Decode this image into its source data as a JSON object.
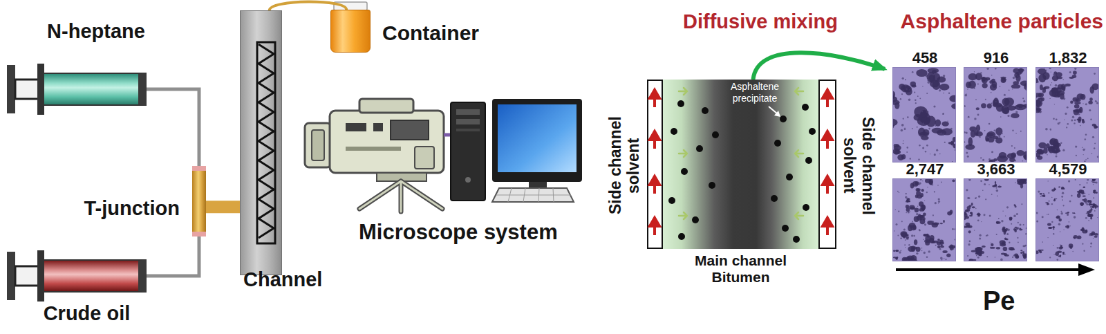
{
  "diagram": {
    "nodes": [
      {
        "text": [
          "N-heptane"
        ]
      },
      {
        "text": [
          "Crude oil"
        ]
      },
      {
        "text": [
          "T-junction"
        ]
      },
      {
        "text": [
          "Channel"
        ]
      },
      {
        "text": [
          "Container"
        ]
      },
      {
        "text": [
          "Microscope system"
        ]
      },
      {
        "text": [
          "Diffusive mixing"
        ]
      },
      {
        "text": [
          "Side channel solvent"
        ],
        "in": 6
      },
      {
        "text": [
          "Side channel solvent"
        ],
        "in": 6
      },
      {
        "text": [
          "Main channel Bitumen"
        ],
        "in": 6
      },
      {
        "text": [
          "Asphaltene particles"
        ]
      },
      {
        "text": [
          "458"
        ],
        "in": 10
      },
      {
        "text": [
          "916"
        ],
        "in": 10
      },
      {
        "text": [
          "1,832"
        ],
        "in": 10
      },
      {
        "text": [
          "2,747"
        ],
        "in": 10
      },
      {
        "text": [
          "3,663"
        ],
        "in": 10
      },
      {
        "text": [
          "4,579"
        ],
        "in": 10
      }
    ],
    "edges": [
      {
        "from": 0,
        "to": 2,
        "arrow": "none"
      },
      {
        "from": 1,
        "to": 2,
        "arrow": "none"
      },
      {
        "from": 2,
        "to": 3,
        "arrow": "none"
      },
      {
        "from": 3,
        "to": 4,
        "arrow": "none"
      },
      {
        "from": 9,
        "to": 10,
        "arrow": "to"
      }
    ],
    "labels": [
      "Asphaltene precipitate",
      "Pe"
    ]
  }
}
